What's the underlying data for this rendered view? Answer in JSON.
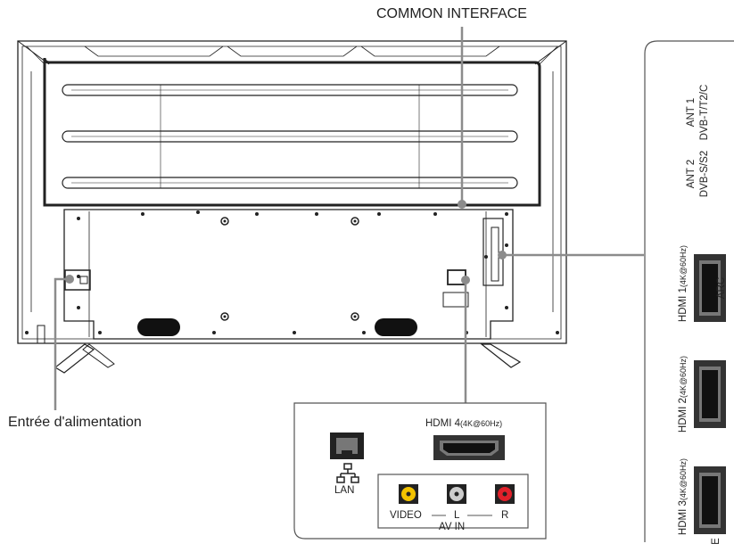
{
  "callouts": {
    "common_interface": "COMMON INTERFACE",
    "power_input": "Entrée d'alimentation"
  },
  "side_panel": {
    "ant1_line1": "ANT 1",
    "ant1_line2": "DVB-T/T2/C",
    "ant2_line1": "ANT 2",
    "ant2_line2": "DVB-S/S2",
    "hdmi1_label": "HDMI 1",
    "hdmi1_spec": "(4K@60Hz)",
    "arc_label": "ARC",
    "hdmi2_label": "HDMI 2",
    "hdmi2_spec": "(4K@60Hz)",
    "hdmi3_label": "HDMI 3",
    "hdmi3_spec": "(4K@60Hz)",
    "cut_label": "E"
  },
  "bottom_panel": {
    "hdmi4_label": "HDMI 4",
    "hdmi4_spec": "(4K@60Hz)",
    "lan_label": "LAN",
    "video_label": "VIDEO",
    "left_label": "L",
    "right_label": "R",
    "av_in_label": "AV IN"
  },
  "colors": {
    "line": "#222222",
    "callout_line": "#8c8c8c",
    "video_jack": "#f2c200",
    "left_jack": "#cccccc",
    "right_jack": "#e0202a",
    "port_dark": "#333333"
  }
}
